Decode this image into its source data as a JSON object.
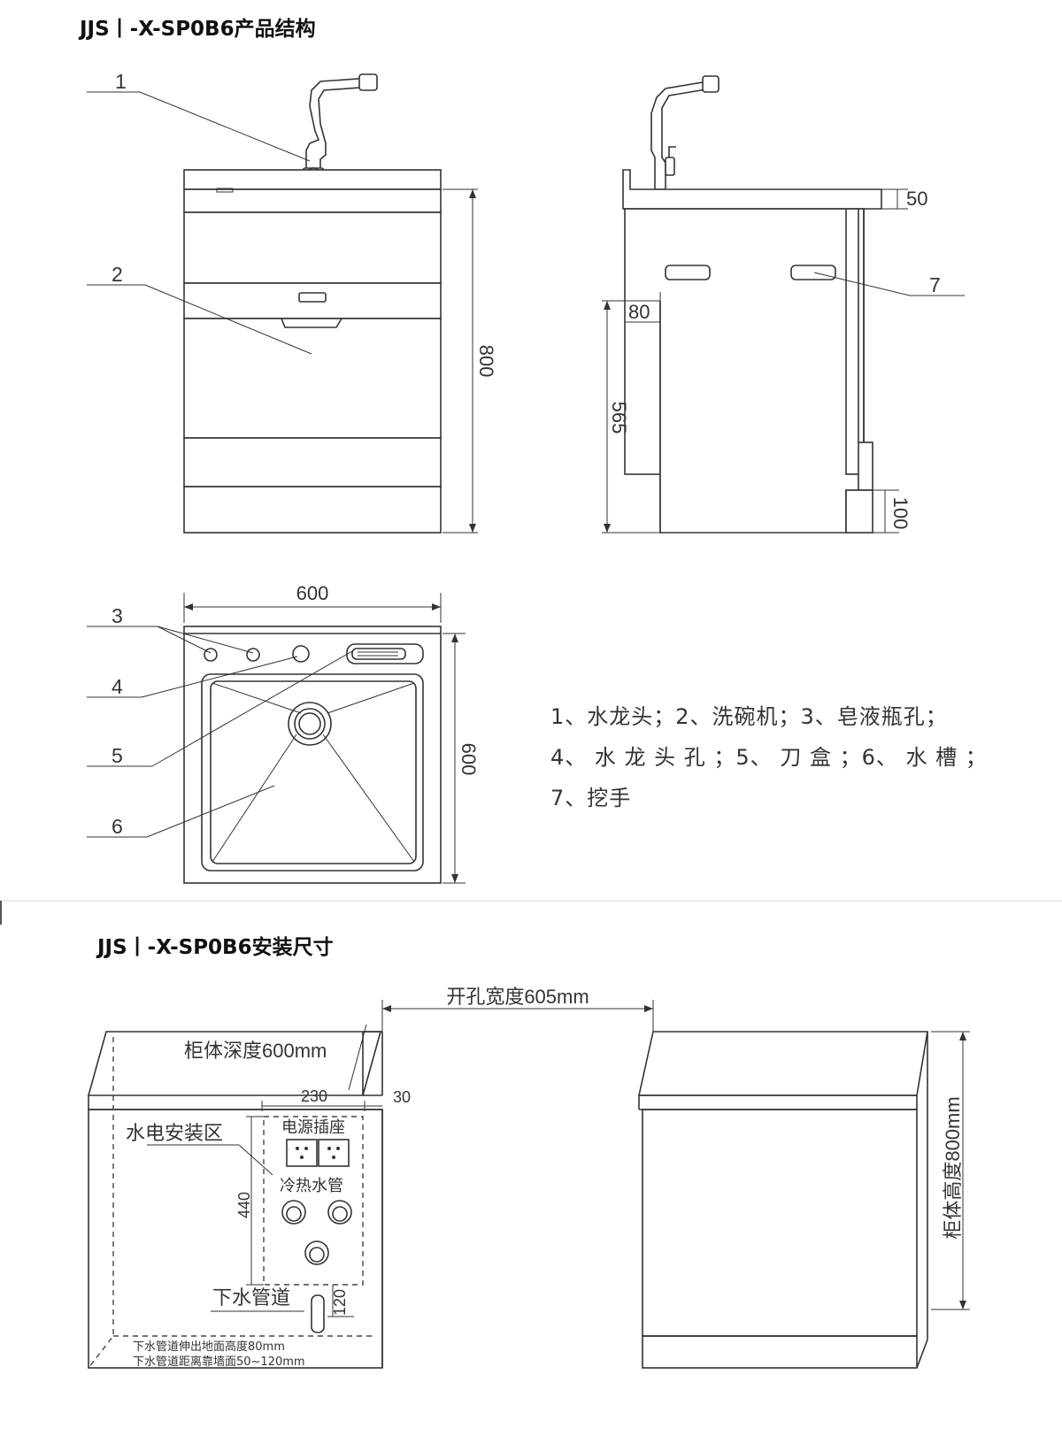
{
  "structure": {
    "title": "JJS丨-X-SP0B6产品结构",
    "callouts": [
      "1",
      "2",
      "3",
      "4",
      "5",
      "6",
      "7"
    ],
    "dims": {
      "front_height": "800",
      "side_top": "50",
      "side_80": "80",
      "side_565": "565",
      "side_100": "100",
      "top_width": "600",
      "top_depth": "600"
    },
    "legend": [
      "1、水龙头；2、洗碗机；3、皂液瓶孔；",
      "4、 水 龙 头 孔 ；5、 刀 盒 ；6、 水 槽 ；",
      "7、挖手"
    ]
  },
  "install": {
    "title": "JJS丨-X-SP0B6安装尺寸",
    "opening_width": "开孔宽度605mm",
    "cabinet_depth": "柜体深度600mm",
    "cabinet_height": "柜体高度800mm",
    "zone_label": "水电安装区",
    "dim_230": "230",
    "dim_30": "30",
    "dim_440": "440",
    "dim_120": "120",
    "power_socket": "电源插座",
    "hot_cold_pipes": "冷热水管",
    "drain_pipe": "下水管道",
    "note_1": "下水管道伸出地面高度80mm",
    "note_2": "下水管道距离靠墙面50~120mm"
  }
}
